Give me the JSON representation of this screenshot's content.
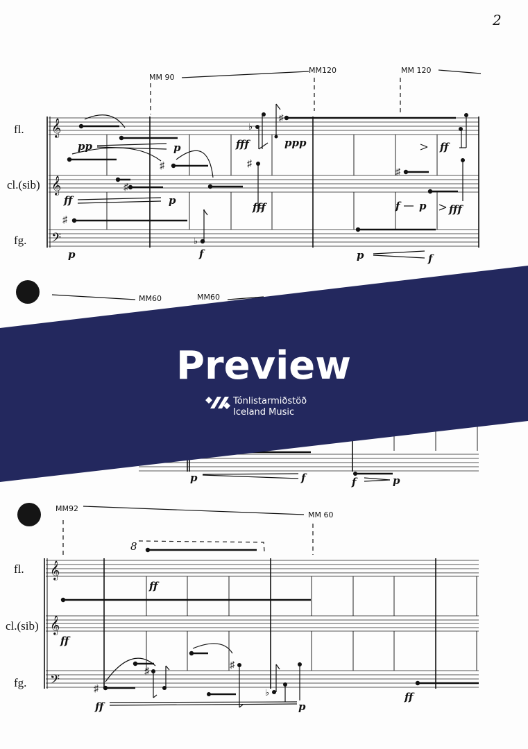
{
  "page_number": "2",
  "instruments": [
    "fl.",
    "cl.(sib)",
    "fg."
  ],
  "system1": {
    "tempo": [
      "MM 90",
      "MM120",
      "MM 120"
    ],
    "dynamics": [
      "pp",
      "p",
      "ff",
      "p",
      "p",
      "f",
      "fff",
      "ppp",
      "fff",
      "ff",
      "f",
      "p",
      "fff",
      "p",
      "f"
    ]
  },
  "system2": {
    "tempo": [
      "MM60",
      "MM60"
    ],
    "dynamics": [
      "p",
      "f",
      "f",
      "p"
    ]
  },
  "system3": {
    "tempo": [
      "MM92",
      "MM 60"
    ],
    "octave_mark": "8",
    "dynamics": [
      "ff",
      "ff",
      "ff",
      "p",
      "ff"
    ]
  },
  "watermark": {
    "title": "Preview",
    "brand_line1": "Tónlistarmiðstöð",
    "brand_line2": "Iceland Music",
    "color": "#23285e"
  }
}
